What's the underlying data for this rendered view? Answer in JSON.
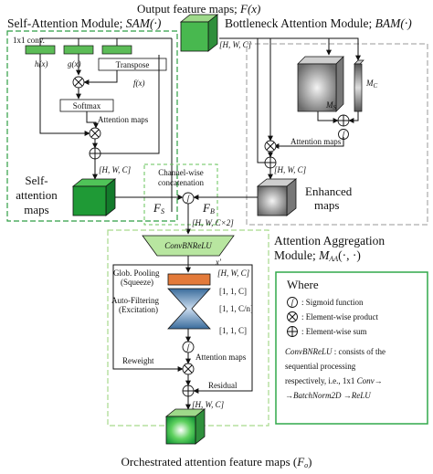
{
  "output_title": {
    "text": "Output feature maps;",
    "math": "F(x)"
  },
  "sam": {
    "title": "Self-Attention Module;",
    "math": "SAM(·)",
    "conv_label": "1x1 conv.",
    "h": "h(x)",
    "g": "g(x)",
    "f": "f(x)",
    "transpose": "Transpose",
    "softmax": "Softmax",
    "attn_maps": "Attention maps",
    "shape": "[H, W, C]",
    "out_label_1": "Self-",
    "out_label_2": "attention",
    "out_label_3": "maps"
  },
  "bam": {
    "title": "Bottleneck Attention Module;",
    "math": "BAM(·)",
    "input_shape": "[H, W, C]",
    "ms": "M",
    "ms_sub": "S",
    "mc": "M",
    "mc_sub": "C",
    "attn_maps": "Attention maps",
    "shape": "[H, W, C]",
    "out_label_1": "Enhanced",
    "out_label_2": "maps"
  },
  "concat": {
    "label_1": "Channel-wise",
    "label_2": "concatenation",
    "fs": "F",
    "fs_sub": "S",
    "fb": "F",
    "fb_sub": "B",
    "shape": "[H, W, C×2]"
  },
  "aam": {
    "title_1": "Attention Aggregation",
    "title_2": "Module;",
    "math": "M",
    "math_sub": "AA",
    "math_args": "(·, ·)",
    "convbnrelu": "ConvBNReLU",
    "xprime": "x'",
    "shape_1": "[H, W, C]",
    "pool_1": "Glob. Pooling",
    "pool_2": "(Squeeze)",
    "shape_2": "[1, 1, C]",
    "af_1": "Auto-Filtering",
    "af_2": "(Excitation)",
    "shape_3": "[1, 1, C/n]",
    "shape_4": "[1, 1, C]",
    "attn_maps": "Attention maps",
    "reweight": "Reweight",
    "residual": "Residual",
    "shape_out": "[H, W, C]"
  },
  "legend": {
    "title": "Where",
    "sigmoid": ": Sigmoid function",
    "product": ": Element-wise product",
    "sum": ": Element-wise sum",
    "conv_1": "ConvBNReLU",
    "conv_1b": ": consists of the",
    "conv_2": "sequential processing",
    "conv_3": "respectively, i.e., 1x1",
    "conv_3b": "Conv→",
    "conv_4": "→BatchNorm2D →ReLU"
  },
  "bottom_title": {
    "text": "Orchestrated attention feature maps (",
    "math": "F",
    "sub": "o",
    "end": ")"
  },
  "colors": {
    "green": "#31a84a",
    "light_green": "#a9dd8c",
    "dashed_green": "#64c35a",
    "orange": "#e37a3a",
    "steel": "#6f8fb0"
  }
}
